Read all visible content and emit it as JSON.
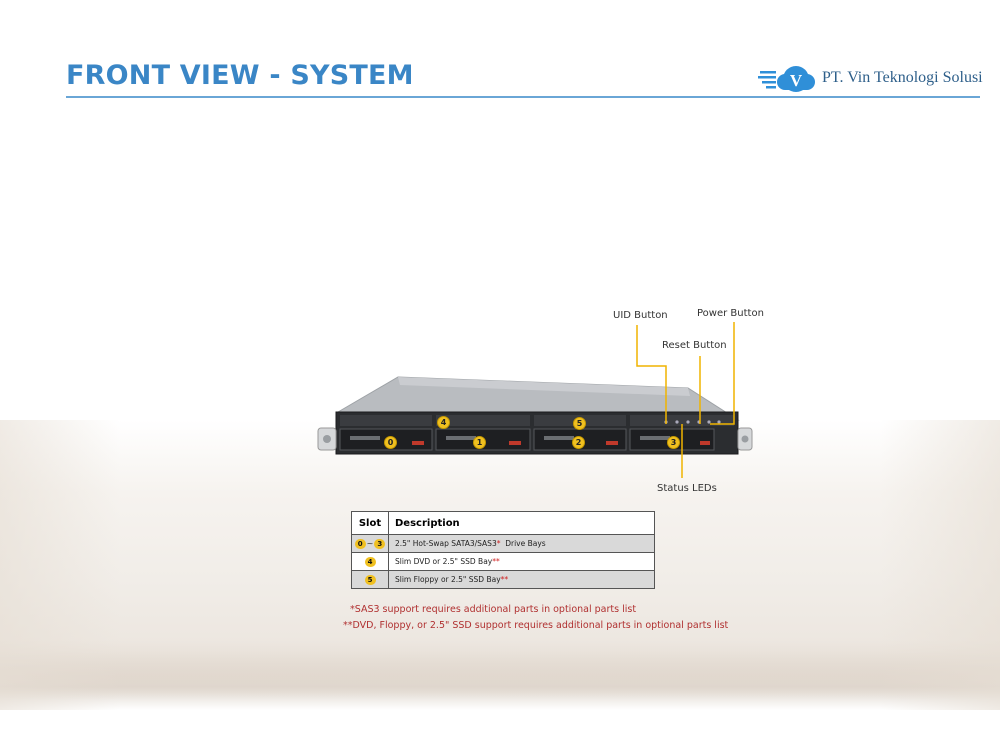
{
  "header": {
    "title": "FRONT VIEW - SYSTEM",
    "company": "PT. Vin Teknologi Solusi",
    "logo_letter": "V"
  },
  "callouts": {
    "uid": "UID Button",
    "power": "Power Button",
    "reset": "Reset Button",
    "status": "Status LEDs"
  },
  "bays": [
    "0",
    "1",
    "2",
    "3"
  ],
  "optical_bays": [
    "4",
    "5"
  ],
  "table": {
    "headers": [
      "Slot",
      "Description"
    ],
    "rows": [
      {
        "slot_start": "0",
        "slot_sep": "~",
        "slot_end": "3",
        "desc": "2.5\" Hot-Swap SATA3/SAS3",
        "mark": "*",
        "suffix": "  Drive Bays"
      },
      {
        "slot_start": "4",
        "desc": "Slim DVD or 2.5\" SSD Bay",
        "mark": "**"
      },
      {
        "slot_start": "5",
        "desc": "Slim Floppy or 2.5\" SSD Bay",
        "mark": "**"
      }
    ]
  },
  "footnotes": [
    "*SAS3 support requires additional parts in optional parts list",
    "**DVD, Floppy, or 2.5\" SSD support requires additional parts in optional parts list"
  ],
  "colors": {
    "title": "#3a86c6",
    "accent_yellow": "#f0c020",
    "footnote_red": "#b03030"
  }
}
